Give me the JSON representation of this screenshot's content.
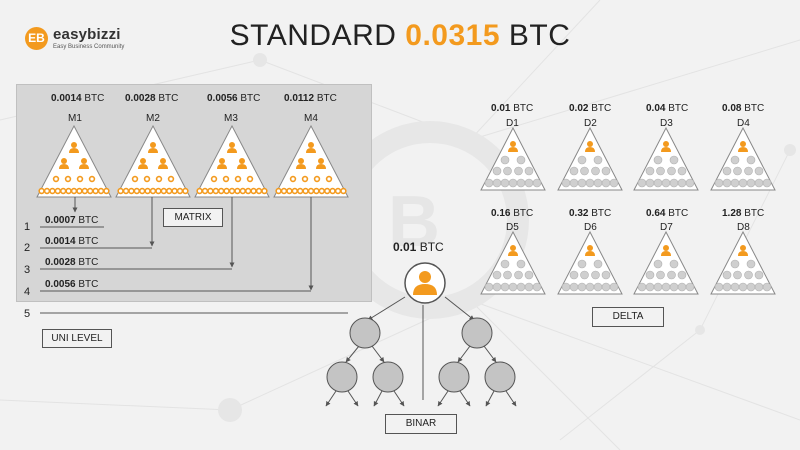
{
  "logo": {
    "icon_text": "EB",
    "name": "easybizzi",
    "tagline": "Easy Business Community"
  },
  "title": {
    "prefix": "STANDARD",
    "amount": "0.0315",
    "suffix": "BTC"
  },
  "matrix": {
    "items": [
      {
        "amount": "0.0014",
        "unit": "BTC",
        "name": "M1"
      },
      {
        "amount": "0.0028",
        "unit": "BTC",
        "name": "M2"
      },
      {
        "amount": "0.0056",
        "unit": "BTC",
        "name": "M3"
      },
      {
        "amount": "0.0112",
        "unit": "BTC",
        "name": "M4"
      }
    ],
    "label": "MATRIX"
  },
  "unilevel": {
    "levels": [
      {
        "num": "1",
        "amount": "0.0007",
        "unit": "BTC"
      },
      {
        "num": "2",
        "amount": "0.0014",
        "unit": "BTC"
      },
      {
        "num": "3",
        "amount": "0.0028",
        "unit": "BTC"
      },
      {
        "num": "4",
        "amount": "0.0056",
        "unit": "BTC"
      },
      {
        "num": "5"
      }
    ],
    "label": "UNI LEVEL"
  },
  "binar": {
    "amount": "0.01",
    "unit": "BTC",
    "label": "BINAR"
  },
  "delta": {
    "items": [
      {
        "amount": "0.01",
        "unit": "BTC",
        "name": "D1"
      },
      {
        "amount": "0.02",
        "unit": "BTC",
        "name": "D2"
      },
      {
        "amount": "0.04",
        "unit": "BTC",
        "name": "D3"
      },
      {
        "amount": "0.08",
        "unit": "BTC",
        "name": "D4"
      },
      {
        "amount": "0.16",
        "unit": "BTC",
        "name": "D5"
      },
      {
        "amount": "0.32",
        "unit": "BTC",
        "name": "D6"
      },
      {
        "amount": "0.64",
        "unit": "BTC",
        "name": "D7"
      },
      {
        "amount": "1.28",
        "unit": "BTC",
        "name": "D8"
      }
    ],
    "label": "DELTA"
  },
  "colors": {
    "orange": "#f39a1e",
    "line": "#666666",
    "panel": "#d6d6d6",
    "node": "#bfbfbf"
  }
}
